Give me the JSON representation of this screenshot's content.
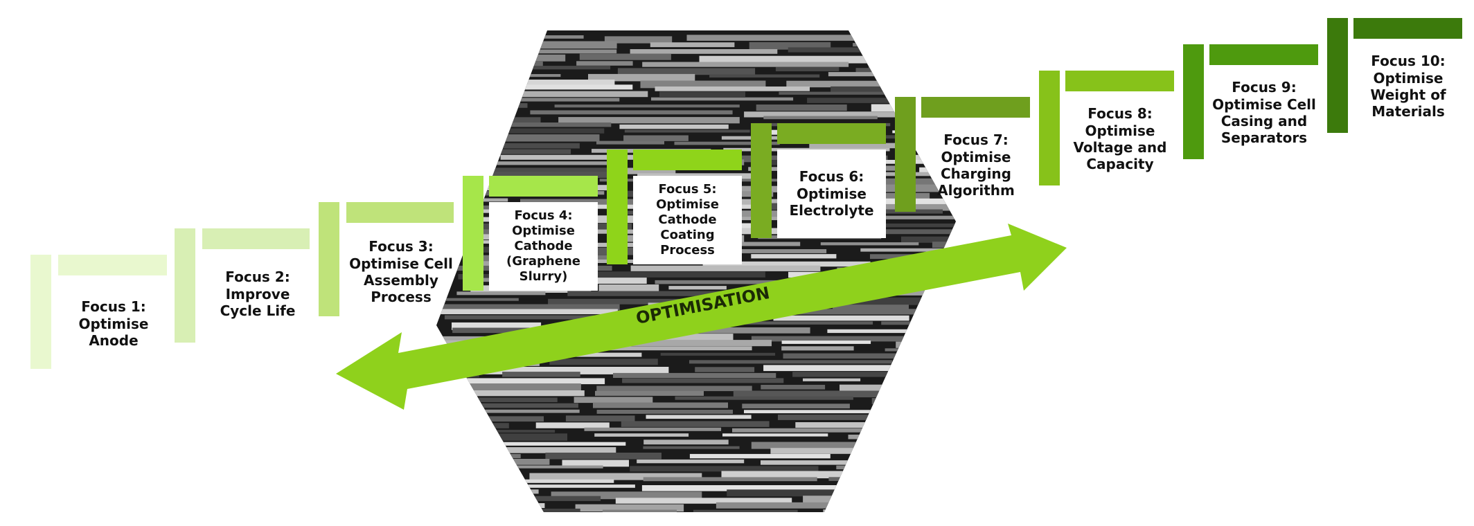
{
  "arrow_label": "OPTIMISATION",
  "image_alt": "stacked battery electrode sheets",
  "colors": {
    "arrow": "#8fd11c",
    "hex_dark": "#1b1b1b"
  },
  "steps": [
    {
      "label": "Focus 1:\nOptimise\nAnode",
      "color": "#e9f8cf"
    },
    {
      "label": "Focus 2:\nImprove\nCycle Life",
      "color": "#d8efb4"
    },
    {
      "label": "Focus 3:\nOptimise Cell\nAssembly\nProcess",
      "color": "#bfe37a"
    },
    {
      "label": "Focus 4:\nOptimise\nCathode\n(Graphene\nSlurry)",
      "color": "#a6e64a"
    },
    {
      "label": "Focus 5:\nOptimise\nCathode\nCoating\nProcess",
      "color": "#8fd41a"
    },
    {
      "label": "Focus 6:\nOptimise\nElectrolyte",
      "color": "#7aac22"
    },
    {
      "label": "Focus 7:\nOptimise\nCharging\nAlgorithm",
      "color": "#6f9f1e"
    },
    {
      "label": "Focus 8:\nOptimise\nVoltage and\nCapacity",
      "color": "#87c21a"
    },
    {
      "label": "Focus 9:\nOptimise Cell\nCasing and\nSeparators",
      "color": "#4e9a0e"
    },
    {
      "label": "Focus 10:\nOptimise\nWeight of\nMaterials",
      "color": "#3c7a0c"
    }
  ]
}
